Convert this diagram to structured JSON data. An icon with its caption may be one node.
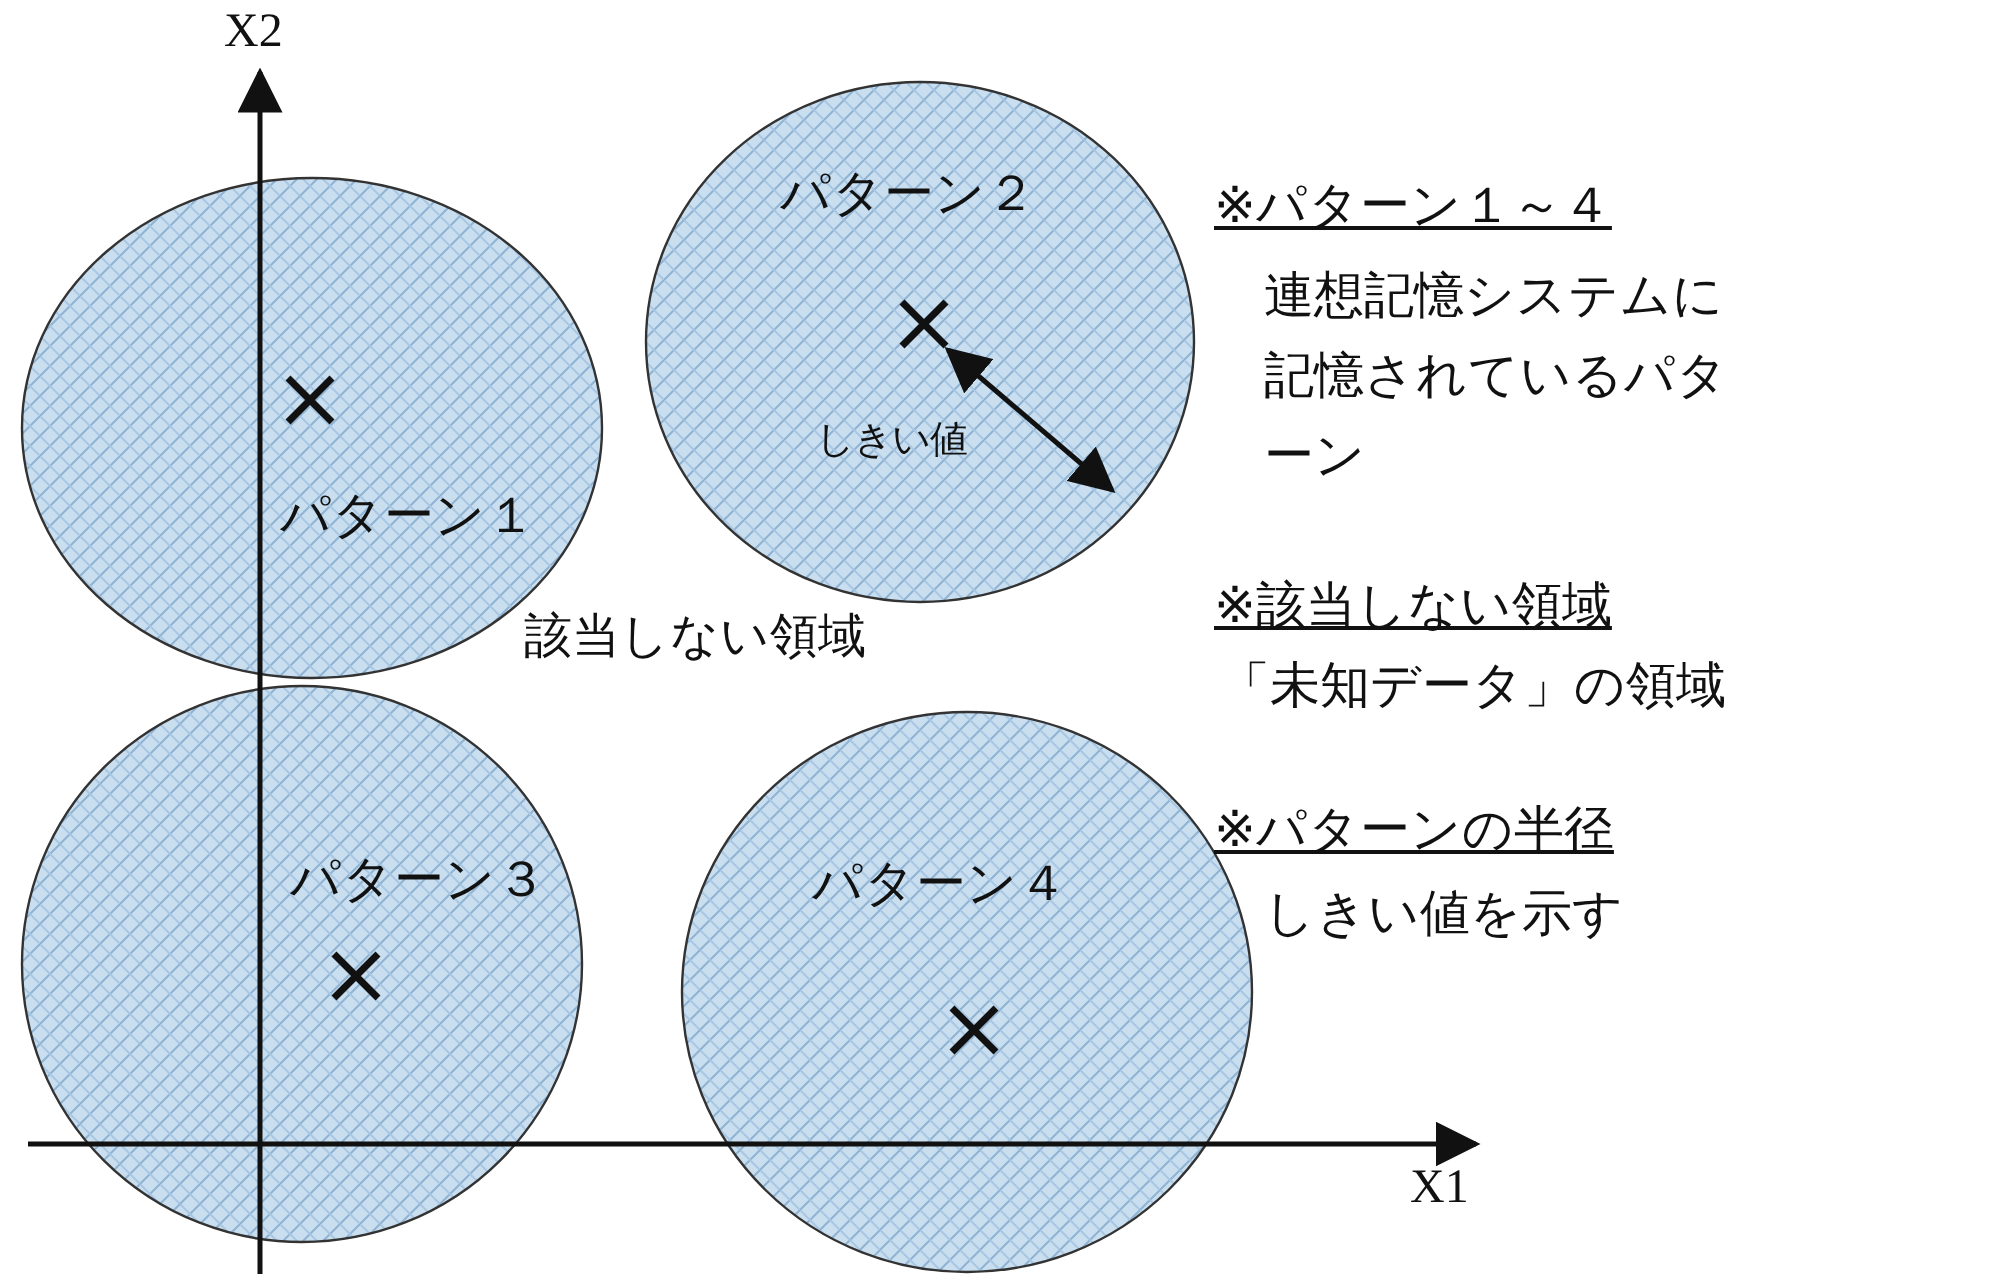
{
  "diagram": {
    "nodes": [
      {
        "text": [
          "パターン１"
        ]
      },
      {
        "text": [
          "パターン２"
        ]
      },
      {
        "text": [
          "パターン３"
        ]
      },
      {
        "text": [
          "パターン４"
        ]
      }
    ],
    "labels": [
      "X2",
      "X1",
      "しきい値",
      "該当しない領域",
      "※パターン１～４",
      "連想記憶システムに記憶されているパターン",
      "※該当しない領域",
      "「未知データ」の領域",
      "※パターンの半径",
      "しきい値を示す"
    ]
  }
}
